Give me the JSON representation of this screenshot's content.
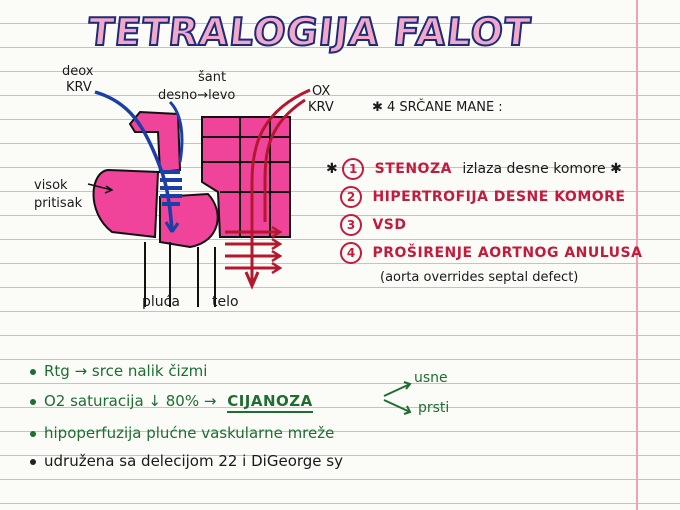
{
  "title": "TETRALOGIJA FALOT",
  "diagram": {
    "label_deox": "deox",
    "label_krv_left": "KRV",
    "label_sant": "šant",
    "label_desno_levo": "desno→levo",
    "label_ox": "OX",
    "label_krv_right": "KRV",
    "label_visok": "visok",
    "label_pritisak": "pritisak",
    "label_pluca": "pluća",
    "label_telo": "telo"
  },
  "defects": {
    "heading": "✱ 4 SRČANE MANE :",
    "star": "✱",
    "items": [
      {
        "num": "1",
        "text": "STENOZA",
        "note": "izlaza desne komore ✱"
      },
      {
        "num": "2",
        "text": "HIPERTROFIJA DESNE KOMORE",
        "note": ""
      },
      {
        "num": "3",
        "text": "VSD",
        "note": ""
      },
      {
        "num": "4",
        "text": "PROŠIRENJE AORTNOG ANULUSA",
        "note": ""
      }
    ],
    "aside": "(aorta overrides septal defect)"
  },
  "findings": {
    "rtg": "Rtg → srce nalik čizmi",
    "o2_prefix": "O2 saturacija ↓ 80% →",
    "cijanoza": "CIJANOZA",
    "usne": "usne",
    "prsti": "prsti",
    "hipo": "hipoperfuzija plućne vaskularne mreže",
    "digeorge": "udružena sa delecijom 22 i DiGeorge sy"
  },
  "colors": {
    "pink": "#f0449a",
    "blue": "#1b3fa6",
    "red": "#b3182e",
    "green": "#1f6e31",
    "ink": "#1a1a1a"
  }
}
